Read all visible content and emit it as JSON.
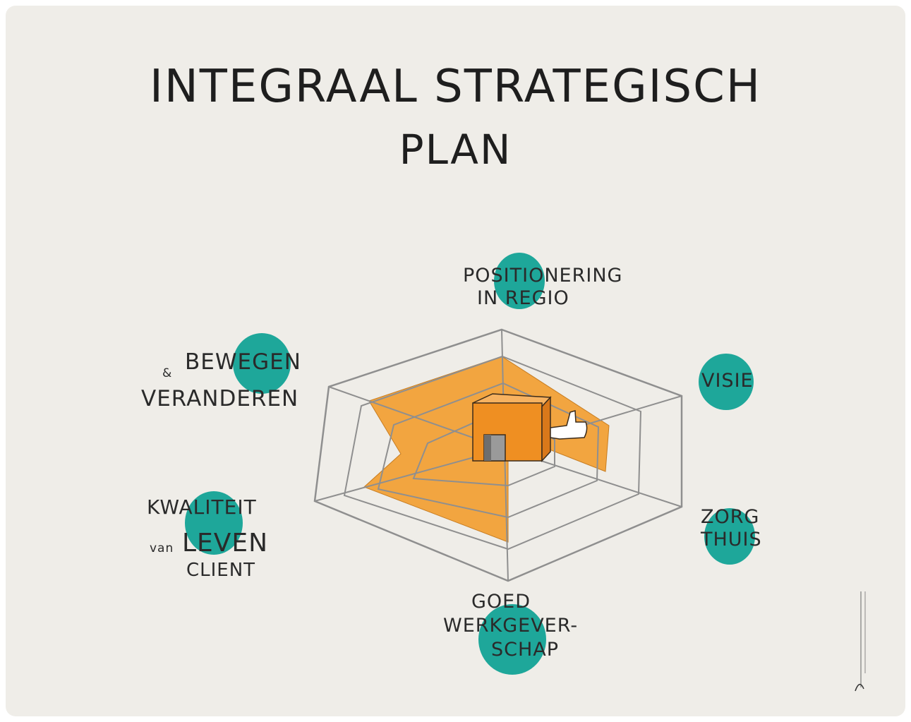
{
  "title": {
    "line1": "INTEGRAAL STRATEGISCH",
    "line2": "PLAN"
  },
  "axes": {
    "positionering_line1": "POSITIONERING",
    "positionering_line2": "IN REGIO",
    "visie": "VISIE",
    "zorg_line1": "ZORG",
    "zorg_line2": "THUIS",
    "werk_line1": "GOED",
    "werk_line2": "WERKGEVER-",
    "werk_line3": "SCHAP",
    "kwal_line1": "KWALITEIT",
    "kwal_prefix": "van",
    "kwal_line2": "LEVEN",
    "kwal_line3": "CLIENT",
    "beweg_prefix": "&",
    "beweg_line1": "BEWEGEN",
    "beweg_line2": "VERANDEREN"
  },
  "colors": {
    "accent_teal": "#1ea79a",
    "fill_orange": "#f2a540",
    "box_orange": "#ef8f22",
    "grid_gray": "#8a8a8a",
    "background": "#efede8"
  },
  "icons": {
    "center": "orange-box-thumbs-up-icon"
  }
}
